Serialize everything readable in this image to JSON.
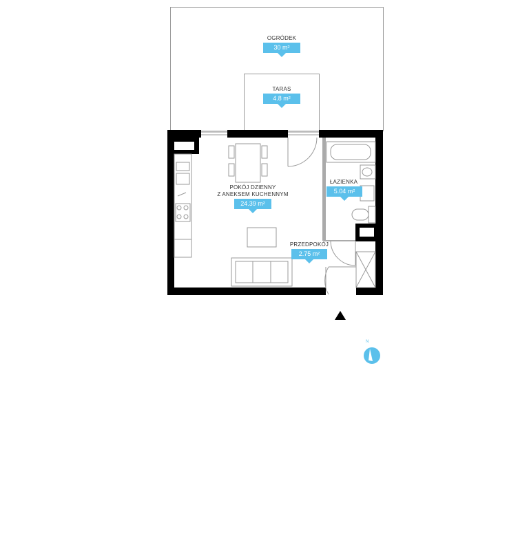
{
  "rooms": {
    "garden": {
      "name": "OGRÓDEK",
      "area": "30 m²"
    },
    "terrace": {
      "name": "TARAS",
      "area": "4.8 m²"
    },
    "living": {
      "name_line1": "POKÓJ DZIENNY",
      "name_line2": "Z ANEKSEM KUCHENNYM",
      "area": "24.39 m²"
    },
    "bathroom": {
      "name": "ŁAZIENKA",
      "area": "5.04 m²"
    },
    "hall": {
      "name": "PRZEDPOKÓJ",
      "area": "2.75 m²"
    }
  },
  "compass": {
    "north_label": "N"
  },
  "colors": {
    "accent": "#5bc0eb",
    "wall": "#000000",
    "thin_line": "#999999",
    "partition": "#aaaaaa"
  },
  "icons": [
    "entrance-arrow-icon",
    "compass-icon"
  ]
}
